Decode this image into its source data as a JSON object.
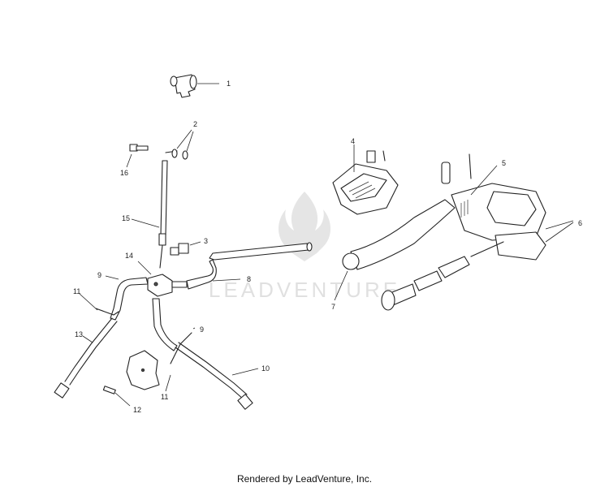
{
  "callouts": {
    "c1": "1",
    "c2": "2",
    "c3": "3",
    "c4": "4",
    "c5": "5",
    "c6": "6",
    "c7": "7",
    "c8": "8",
    "c9a": "9",
    "c9b": "9",
    "c10": "10",
    "c11a": "11",
    "c11b": "11",
    "c12": "12",
    "c13": "13",
    "c14": "14",
    "c15": "15",
    "c16": "16"
  },
  "watermark": "LEADVENTURE",
  "footer": "Rendered by LeadVenture, Inc."
}
